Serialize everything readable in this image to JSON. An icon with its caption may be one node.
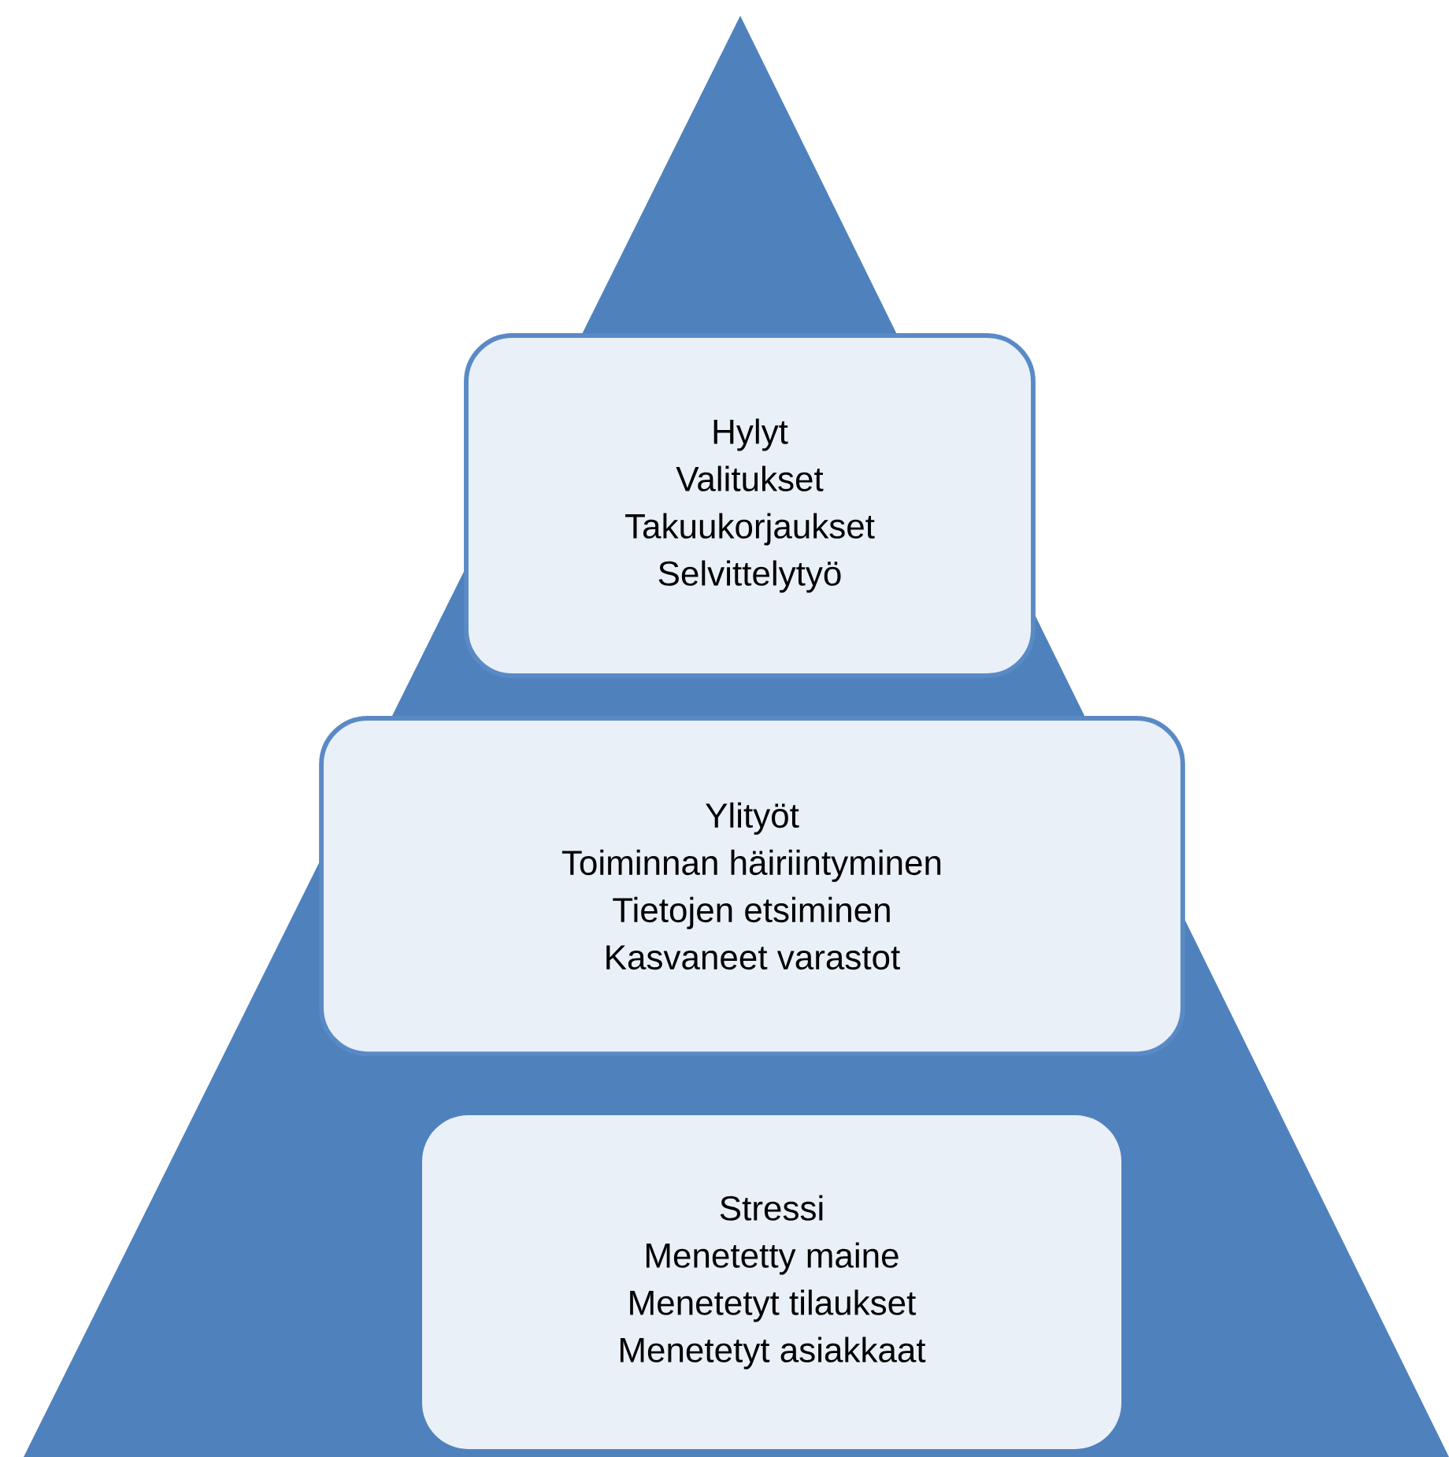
{
  "diagram": {
    "nodes": [
      {
        "text": [
          "Hylyt",
          "Valitukset",
          "Takuukorjaukset",
          "Selvittelytyö"
        ]
      },
      {
        "text": [
          "Ylityöt",
          "Toiminnan häiriintyminen",
          "Tietojen etsiminen",
          "Kasvaneet varastot"
        ]
      },
      {
        "text": [
          "Stressi",
          "Menetetty maine",
          "Menetetyt tilaukset",
          "Menetetyt asiakkaat"
        ]
      }
    ]
  }
}
